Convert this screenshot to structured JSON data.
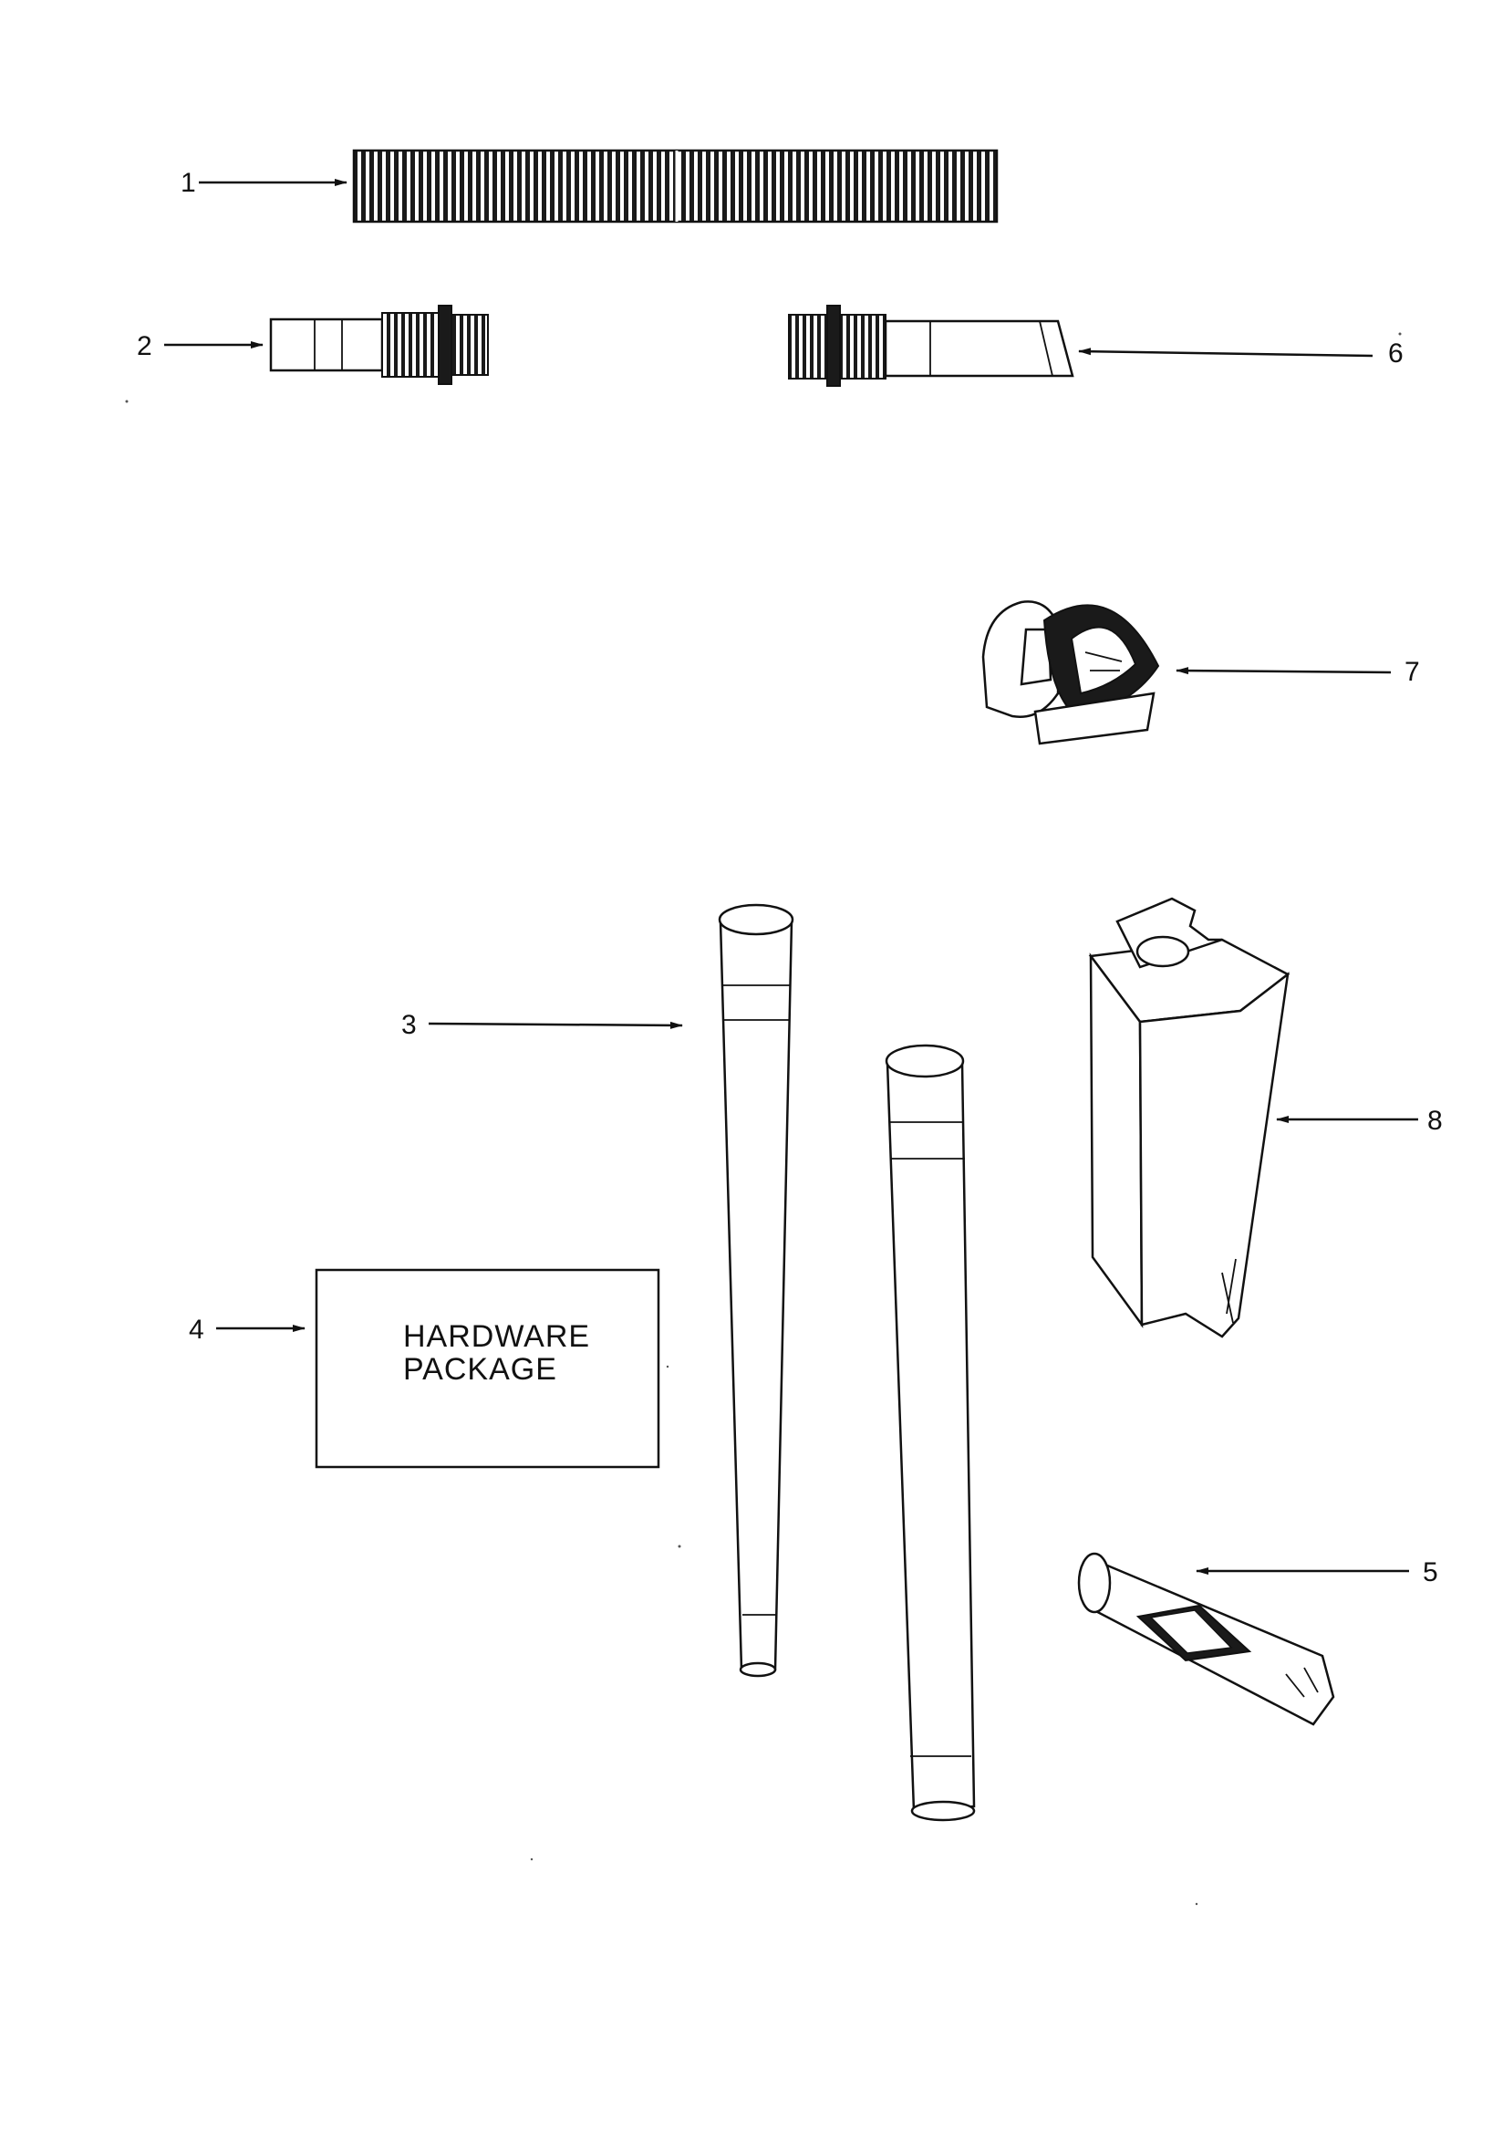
{
  "diagram": {
    "callouts": {
      "c1": "1",
      "c2": "2",
      "c3": "3",
      "c4": "4",
      "c5": "5",
      "c6": "6",
      "c7": "7",
      "c8": "8"
    },
    "hardware_package": {
      "line1": "HARDWARE",
      "line2": "PACKAGE"
    }
  }
}
